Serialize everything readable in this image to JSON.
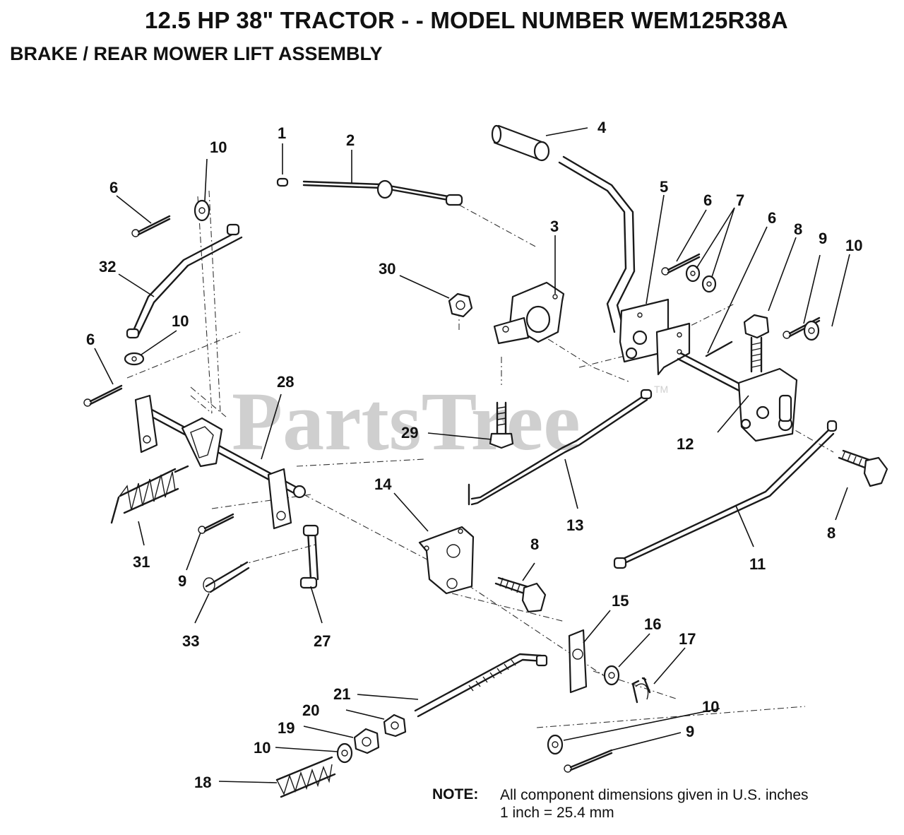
{
  "title": "12.5 HP 38\" TRACTOR - - MODEL NUMBER WEM125R38A",
  "subtitle": "BRAKE / REAR MOWER LIFT ASSEMBLY",
  "watermark": "PartsTree",
  "watermark_tm": "TM",
  "note": {
    "label": "NOTE:",
    "line1": "All component dimensions given in U.S. inches",
    "line2": "1 inch = 25.4 mm"
  },
  "callouts": [
    {
      "id": "c1",
      "text": "1"
    },
    {
      "id": "c2",
      "text": "2"
    },
    {
      "id": "c3",
      "text": "3"
    },
    {
      "id": "c4",
      "text": "4"
    },
    {
      "id": "c5",
      "text": "5"
    },
    {
      "id": "c6a",
      "text": "6"
    },
    {
      "id": "c6b",
      "text": "6"
    },
    {
      "id": "c6c",
      "text": "6"
    },
    {
      "id": "c6d",
      "text": "6"
    },
    {
      "id": "c7",
      "text": "7"
    },
    {
      "id": "c8a",
      "text": "8"
    },
    {
      "id": "c8b",
      "text": "8"
    },
    {
      "id": "c8c",
      "text": "8"
    },
    {
      "id": "c9a",
      "text": "9"
    },
    {
      "id": "c9b",
      "text": "9"
    },
    {
      "id": "c9c",
      "text": "9"
    },
    {
      "id": "c10a",
      "text": "10"
    },
    {
      "id": "c10b",
      "text": "10"
    },
    {
      "id": "c10c",
      "text": "10"
    },
    {
      "id": "c10d",
      "text": "10"
    },
    {
      "id": "c10e",
      "text": "10"
    },
    {
      "id": "c11",
      "text": "11"
    },
    {
      "id": "c12",
      "text": "12"
    },
    {
      "id": "c13",
      "text": "13"
    },
    {
      "id": "c14",
      "text": "14"
    },
    {
      "id": "c15",
      "text": "15"
    },
    {
      "id": "c16",
      "text": "16"
    },
    {
      "id": "c17",
      "text": "17"
    },
    {
      "id": "c18",
      "text": "18"
    },
    {
      "id": "c19",
      "text": "19"
    },
    {
      "id": "c20",
      "text": "20"
    },
    {
      "id": "c21",
      "text": "21"
    },
    {
      "id": "c27",
      "text": "27"
    },
    {
      "id": "c28",
      "text": "28"
    },
    {
      "id": "c29",
      "text": "29"
    },
    {
      "id": "c30",
      "text": "30"
    },
    {
      "id": "c31",
      "text": "31"
    },
    {
      "id": "c32",
      "text": "32"
    },
    {
      "id": "c33",
      "text": "33"
    }
  ]
}
